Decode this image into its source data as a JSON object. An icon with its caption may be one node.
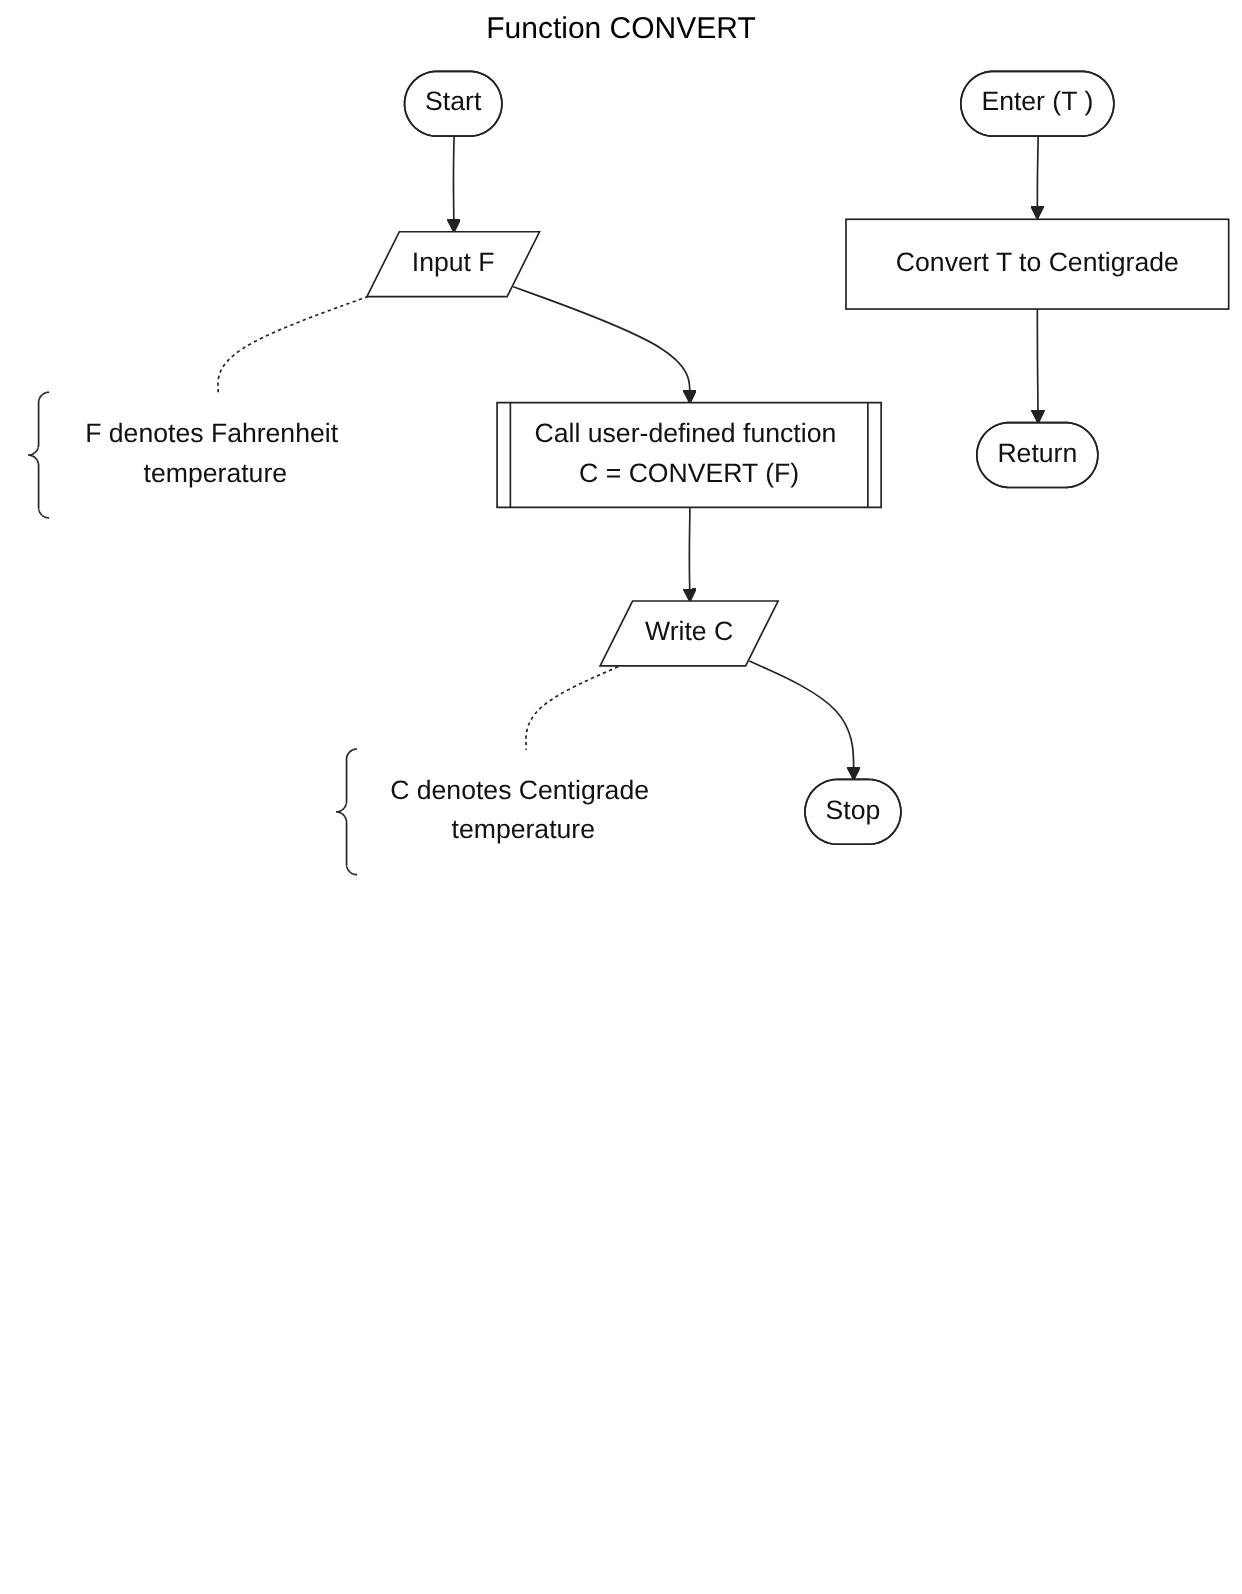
{
  "diagram": {
    "nodes": [
      {
        "text": [
          "Start"
        ]
      },
      {
        "text": [
          "Input F"
        ]
      },
      {
        "text": [
          "F denotes Fahrenheit temperature"
        ]
      },
      {
        "text": [
          "Call user-defined function C = CONVERT (F)"
        ]
      },
      {
        "text": [
          "Write C"
        ]
      },
      {
        "text": [
          "C denotes Centigrade temperature"
        ]
      },
      {
        "text": [
          "Stop"
        ]
      },
      {
        "text": [
          "Enter (T )"
        ]
      },
      {
        "text": [
          "Convert T to Centigrade"
        ]
      },
      {
        "text": [
          "Return"
        ]
      }
    ],
    "edges": [
      {
        "from": 0,
        "to": 1,
        "arrow": "to"
      },
      {
        "from": 1,
        "to": 2,
        "arrow": "none",
        "style": "dashed"
      },
      {
        "from": 1,
        "to": 3,
        "arrow": "to"
      },
      {
        "from": 3,
        "to": 4,
        "arrow": "to"
      },
      {
        "from": 4,
        "to": 5,
        "arrow": "none",
        "style": "dashed"
      },
      {
        "from": 4,
        "to": 6,
        "arrow": "to"
      },
      {
        "from": 7,
        "to": 8,
        "arrow": "to"
      },
      {
        "from": 8,
        "to": 9,
        "arrow": "to"
      }
    ],
    "labels": [
      "Function CONVERT"
    ]
  }
}
